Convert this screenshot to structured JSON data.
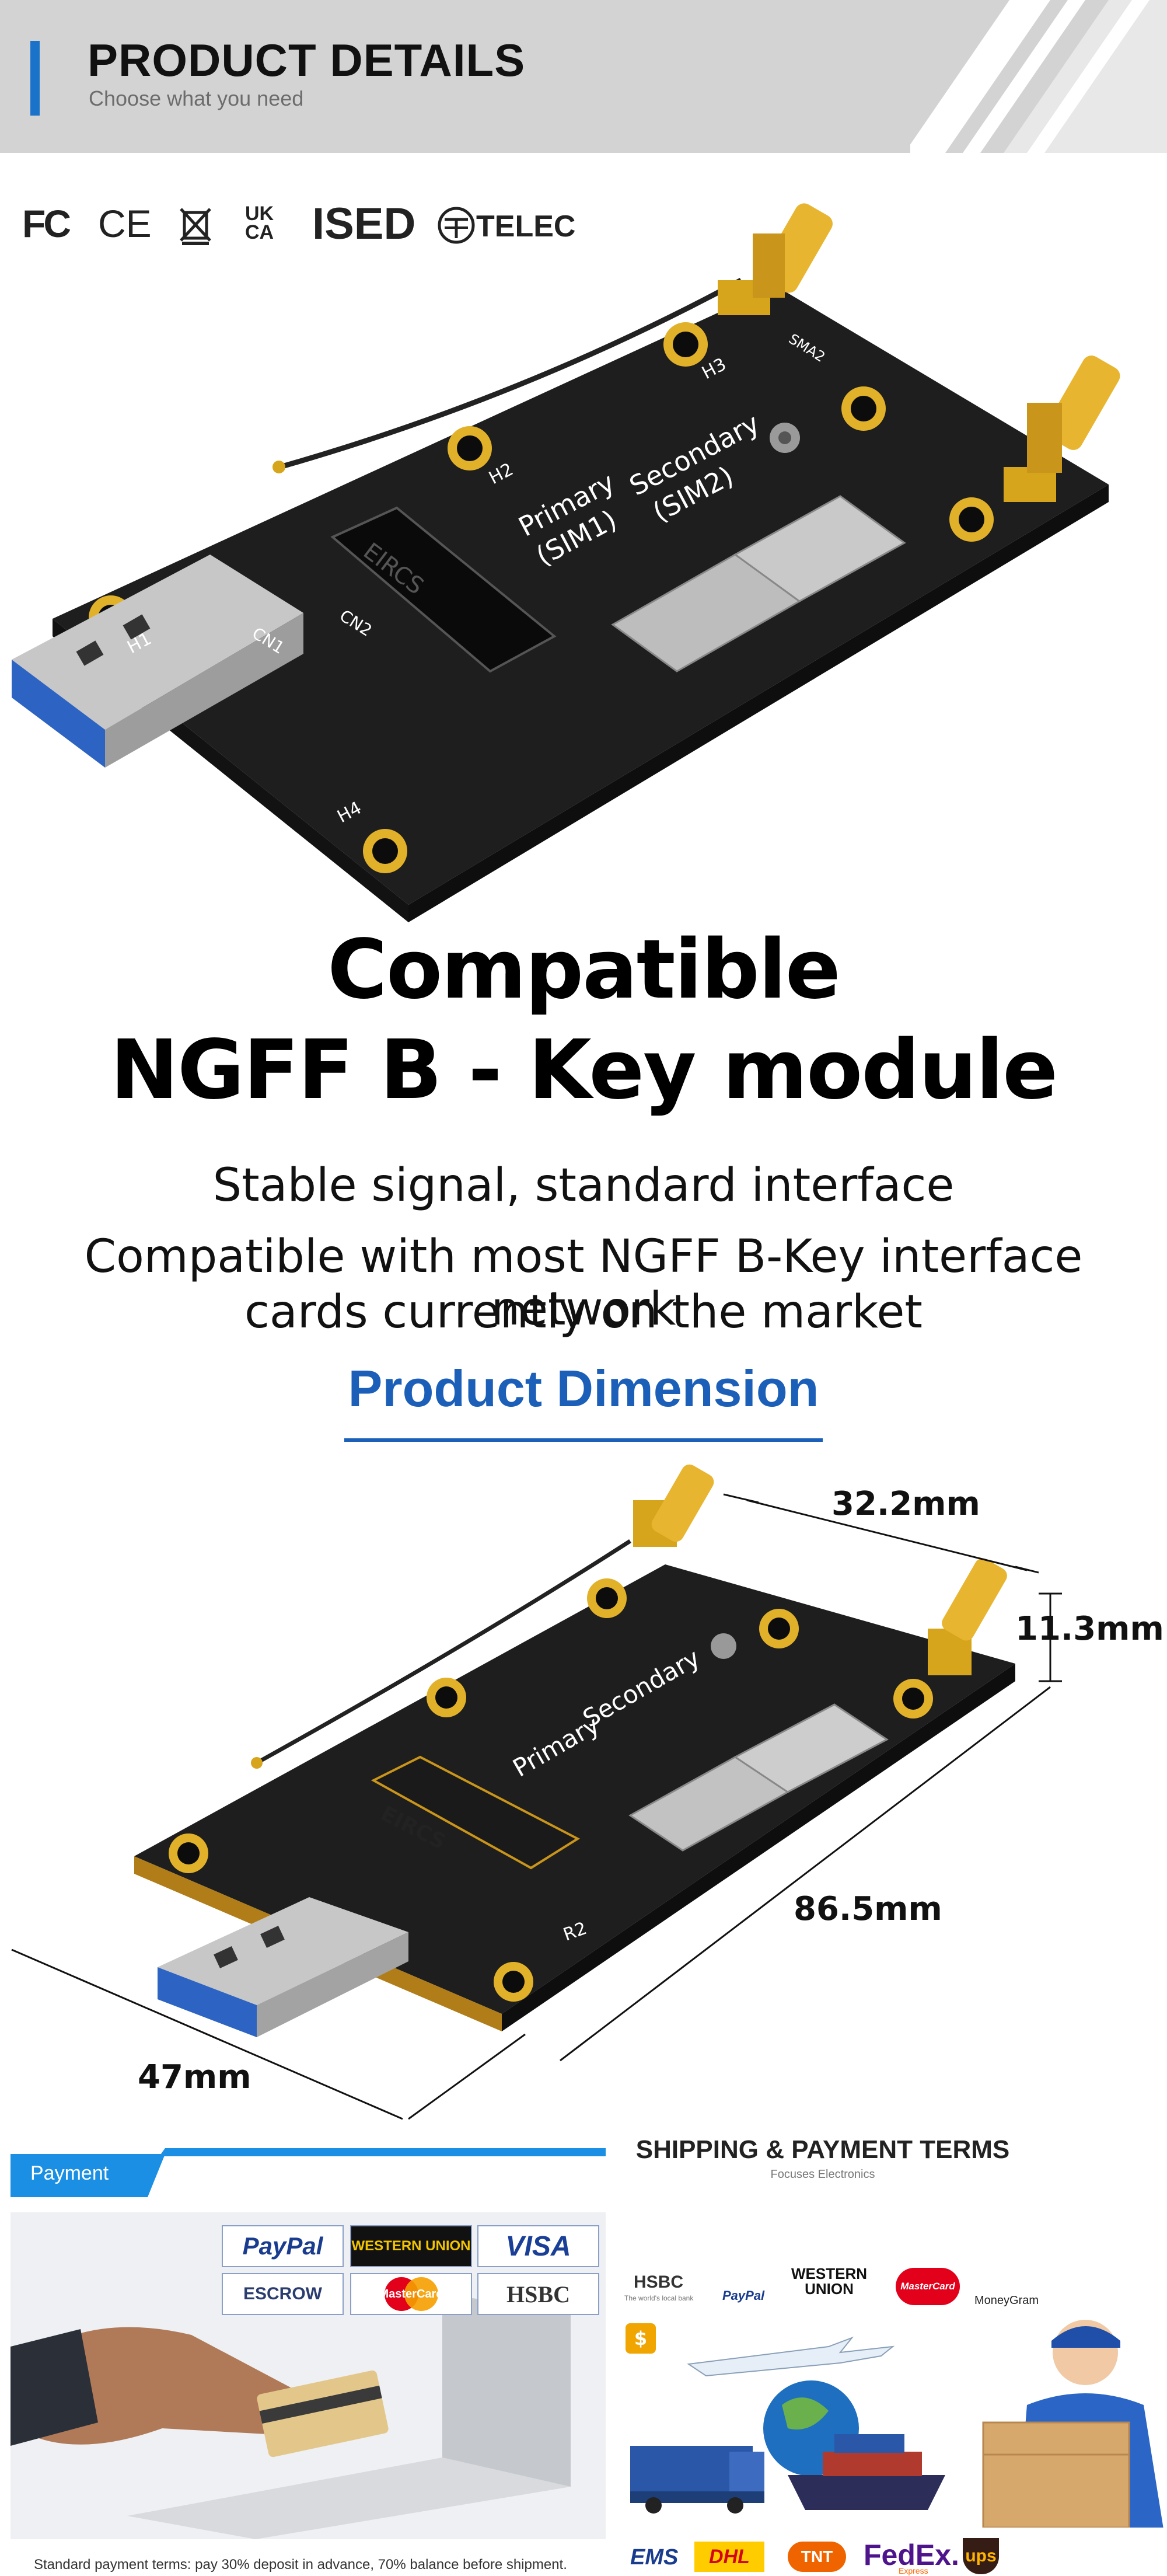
{
  "header": {
    "title": "PRODUCT DETAILS",
    "subtitle": "Choose what you need"
  },
  "certifications": [
    "FC",
    "CE",
    "WEEE",
    "UKCA",
    "ISED",
    "TELEC"
  ],
  "cert_labels": {
    "fc": "FC",
    "ce": "CE",
    "uk": "UK",
    "ca": "CA",
    "ised": "ISED",
    "telec": "TELEC"
  },
  "board_labels": {
    "primary": "Primary",
    "sim1": "(SIM1)",
    "secondary": "Secondary",
    "sim2": "(SIM2)",
    "h1": "H1",
    "h2": "H2",
    "h3": "H3",
    "h4": "H4",
    "cn1": "CN1",
    "cn2": "CN2",
    "sma2": "SMA2",
    "r2": "R2",
    "brand": "EIRCS"
  },
  "headline": {
    "line1": "Compatible",
    "line2": "NGFF B - Key module"
  },
  "description": {
    "line1": "Stable signal, standard interface",
    "line2": "Compatible with most NGFF B-Key interface network",
    "line3": "cards currently on the market"
  },
  "dimension": {
    "title": "Product Dimension",
    "width": "32.2mm",
    "height": "11.3mm",
    "length": "86.5mm",
    "depth": "47mm"
  },
  "payment": {
    "tab": "Payment",
    "logos": [
      "PayPal",
      "WESTERN UNION",
      "VISA",
      "ESCROW",
      "MasterCard",
      "HSBC"
    ],
    "terms": "Standard payment terms: pay 30% deposit in advance, 70% balance before shipment."
  },
  "shipping": {
    "title": "SHIPPING & PAYMENT TERMS",
    "subtitle": "Focuses Electronics",
    "logos_top": [
      "HSBC",
      "PayPal",
      "WESTERN UNION",
      "MasterCard",
      "MoneyGram"
    ],
    "hsbc_tagline": "The world's local bank",
    "wu_line1": "WESTERN",
    "wu_line2": "UNION",
    "carriers": [
      "EMS",
      "DHL",
      "TNT",
      "FedEx.",
      "ups"
    ],
    "fedex_sub": "Express",
    "dollar": "$"
  },
  "colors": {
    "accent": "#1b5fb8",
    "header_bg": "#d3d3d3",
    "pcb": "#1e1e1e",
    "gold": "#d6a51c"
  }
}
